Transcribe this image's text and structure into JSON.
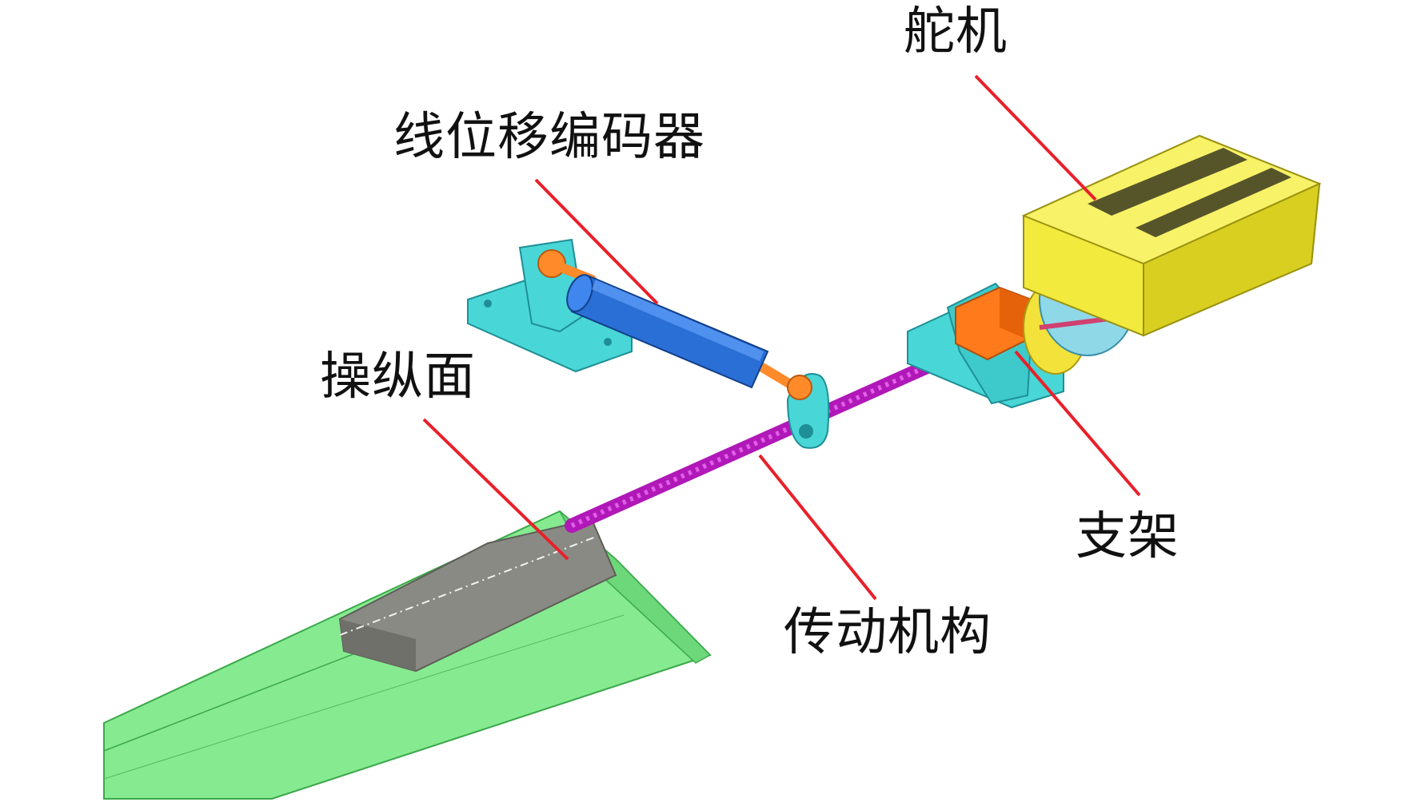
{
  "labels": {
    "servo": "舵机",
    "encoder": "线位移编码器",
    "control_surface": "操纵面",
    "bracket": "支架",
    "linkage": "传动机构"
  },
  "colors": {
    "leader_line": "#e8202a",
    "servo_body": "#f2ea3c",
    "encoder_body": "#2a6fd6",
    "bracket": "#49d6d6",
    "shaft": "#c020c8",
    "surface": "#7ee88a",
    "horn_block": "#8a8a84",
    "coupler": "#ff7a1a"
  }
}
